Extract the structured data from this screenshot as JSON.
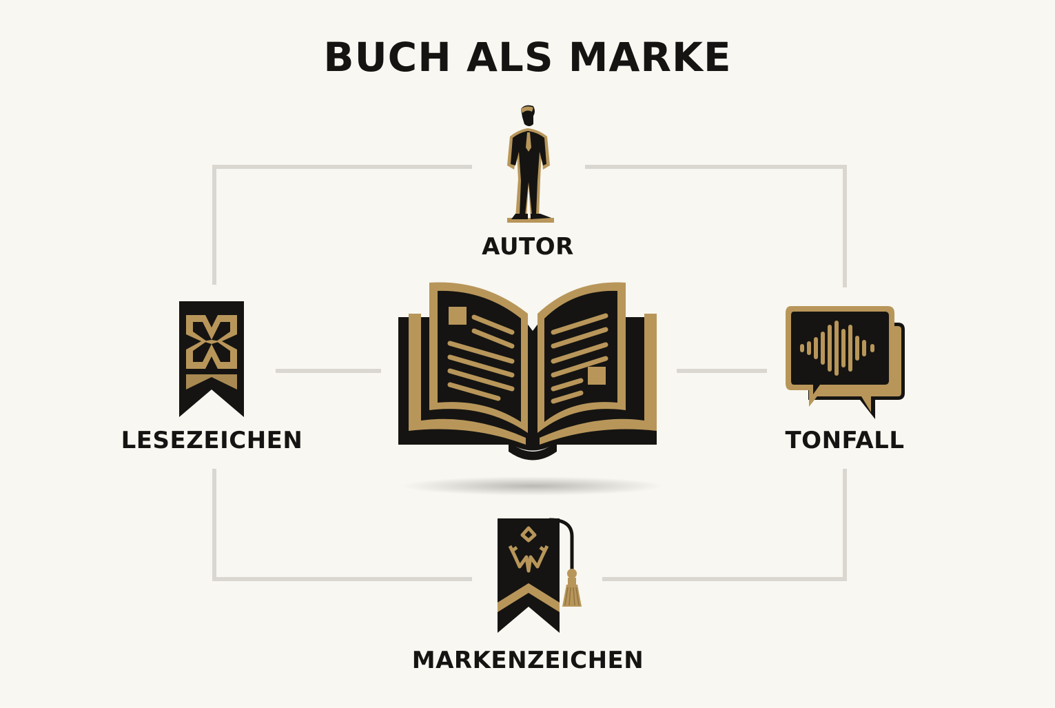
{
  "title": "BUCH ALS MARKE",
  "nodes": {
    "center": {
      "icon": "open-book-icon"
    },
    "top": {
      "label": "AUTOR",
      "icon": "person-silhouette-icon"
    },
    "left": {
      "label": "LESEZEICHEN",
      "icon": "bookmark-icon"
    },
    "right": {
      "label": "TONFALL",
      "icon": "speech-bubble-waveform-icon"
    },
    "bottom": {
      "label": "MARKENZEICHEN",
      "icon": "tassel-bookmark-emblem-icon"
    }
  },
  "colors": {
    "background": "#f8f7f1",
    "ink": "#151412",
    "gold": "#b8965a",
    "connector": "#d9d7d0"
  }
}
